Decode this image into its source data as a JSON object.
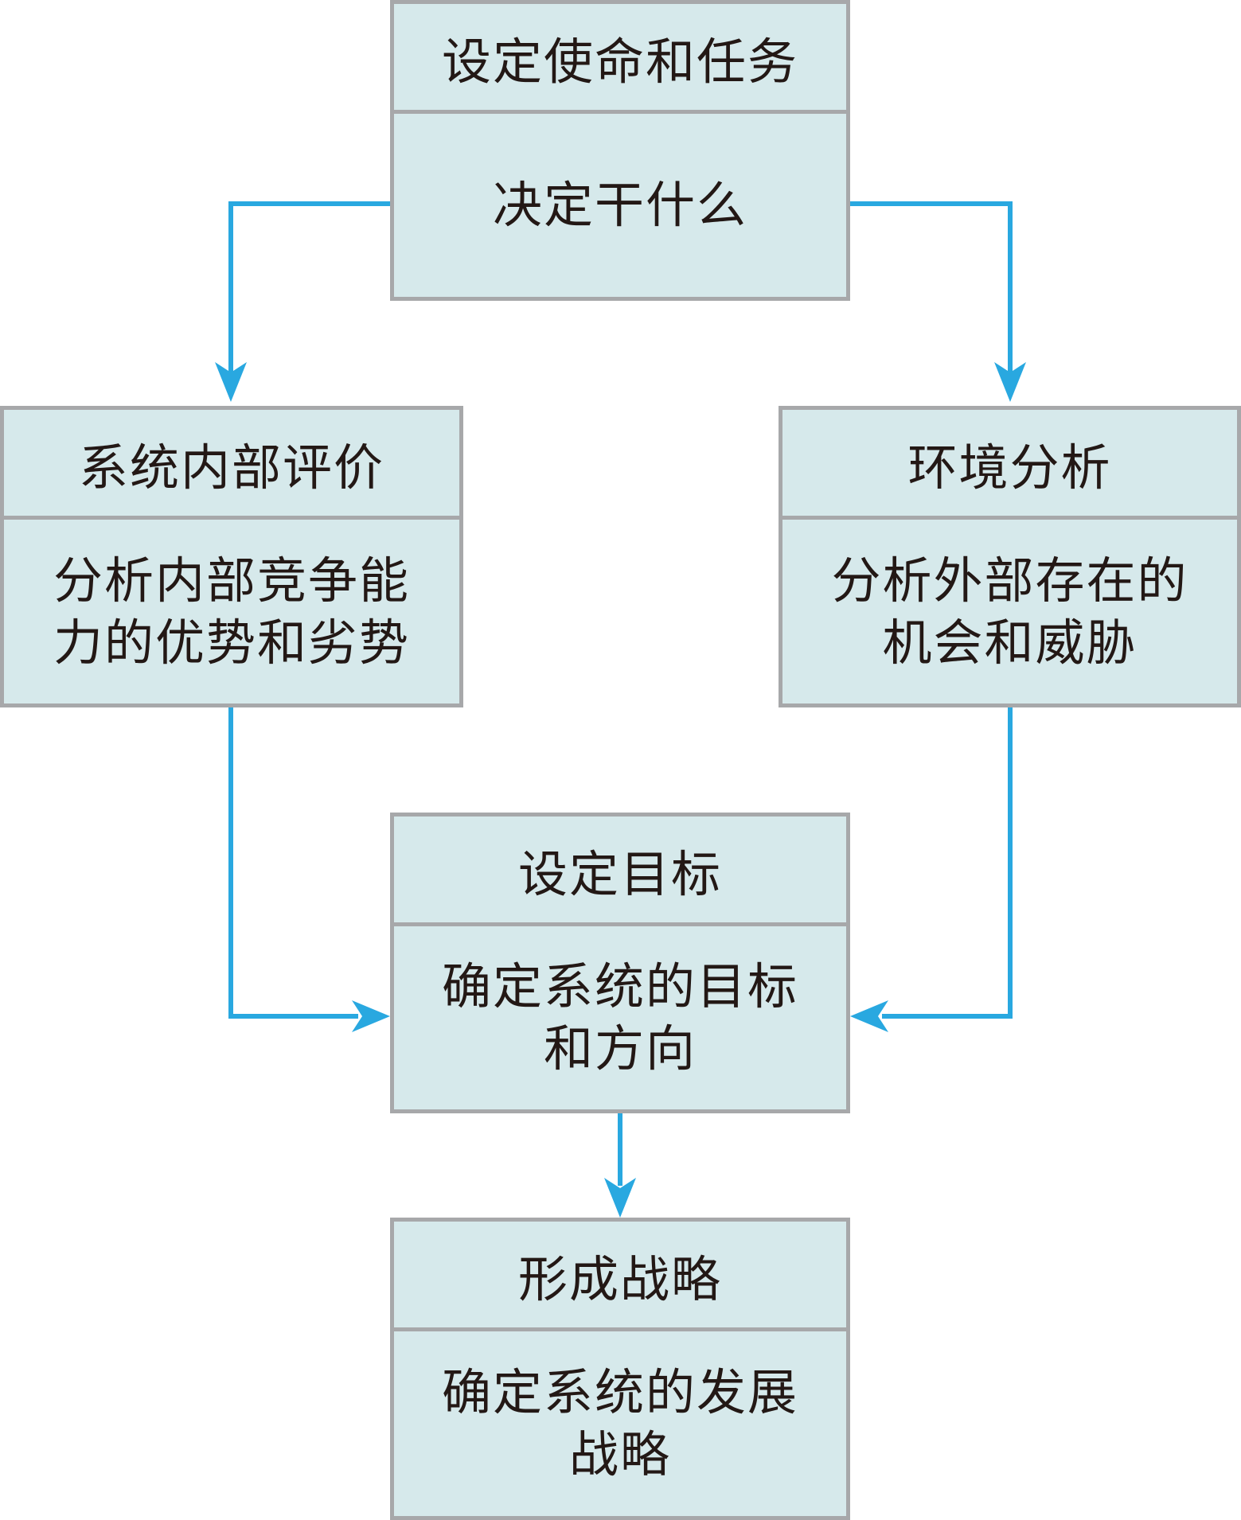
{
  "colors": {
    "box_fill": "#d6e9eb",
    "box_border": "#a7a8aa",
    "arrow": "#29a8e0",
    "text": "#231815"
  },
  "nodes": {
    "mission": {
      "title": "设定使命和任务",
      "desc": "决定干什么"
    },
    "internal": {
      "title": "系统内部评价",
      "desc_lines": [
        "分析内部竞争能",
        "力的优势和劣势"
      ]
    },
    "environment": {
      "title": "环境分析",
      "desc_lines": [
        "分析外部存在的",
        "机会和威胁"
      ]
    },
    "goals": {
      "title": "设定目标",
      "desc_lines": [
        "确定系统的目标",
        "和方向"
      ]
    },
    "strategy": {
      "title": "形成战略",
      "desc_lines": [
        "确定系统的发展",
        "战略"
      ]
    }
  },
  "edges": [
    {
      "from": "mission",
      "to": "internal"
    },
    {
      "from": "mission",
      "to": "environment"
    },
    {
      "from": "internal",
      "to": "goals"
    },
    {
      "from": "environment",
      "to": "goals"
    },
    {
      "from": "goals",
      "to": "strategy"
    }
  ]
}
